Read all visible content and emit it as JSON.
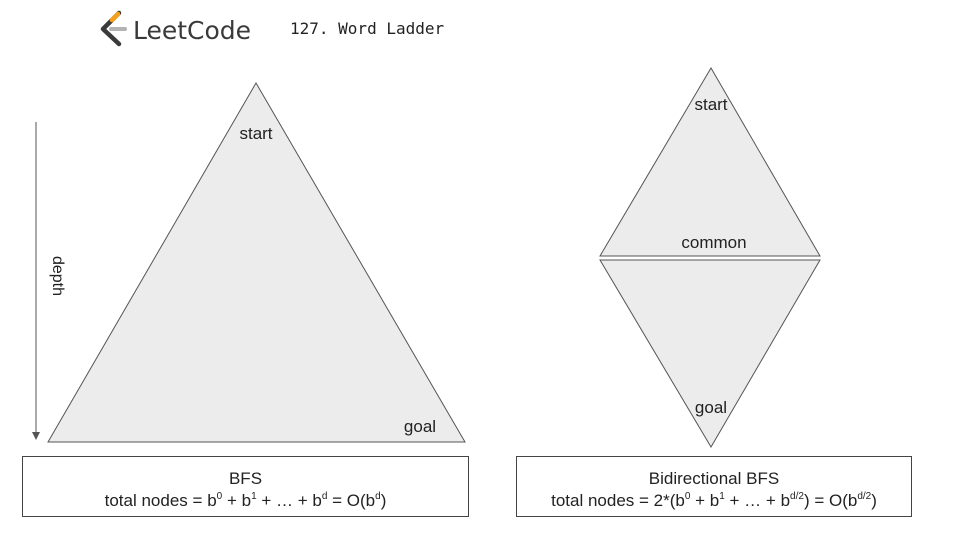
{
  "header": {
    "logo_text": "LeetCode",
    "problem_title": "127. Word Ladder"
  },
  "bfs_diagram": {
    "start_label": "start",
    "goal_label": "goal",
    "depth_axis_label": "depth",
    "caption": {
      "title": "BFS",
      "formula_prefix": "total nodes = ",
      "terms": [
        {
          "base": "b",
          "exp": "0",
          "after": " + "
        },
        {
          "base": "b",
          "exp": "1",
          "after": " + … + "
        },
        {
          "base": "b",
          "exp": "d",
          "after": " = "
        },
        {
          "base": "O(b",
          "exp": "d",
          "after": ")"
        }
      ]
    }
  },
  "bidirectional_diagram": {
    "start_label": "start",
    "common_label": "common",
    "goal_label": "goal",
    "caption": {
      "title": "Bidirectional BFS",
      "formula_prefix": "total nodes = 2*(",
      "terms": [
        {
          "base": "b",
          "exp": "0",
          "after": " + "
        },
        {
          "base": "b",
          "exp": "1",
          "after": " + … + "
        },
        {
          "base": "b",
          "exp": "d/2",
          "after": ") = "
        },
        {
          "base": "O(b",
          "exp": "d/2",
          "after": ")"
        }
      ]
    }
  },
  "colors": {
    "logo_orange": "#f89f1b",
    "logo_gray": "#b3b3b3",
    "logo_dark": "#3a3a3a",
    "shape_fill": "#ececec",
    "outline": "#555555"
  }
}
